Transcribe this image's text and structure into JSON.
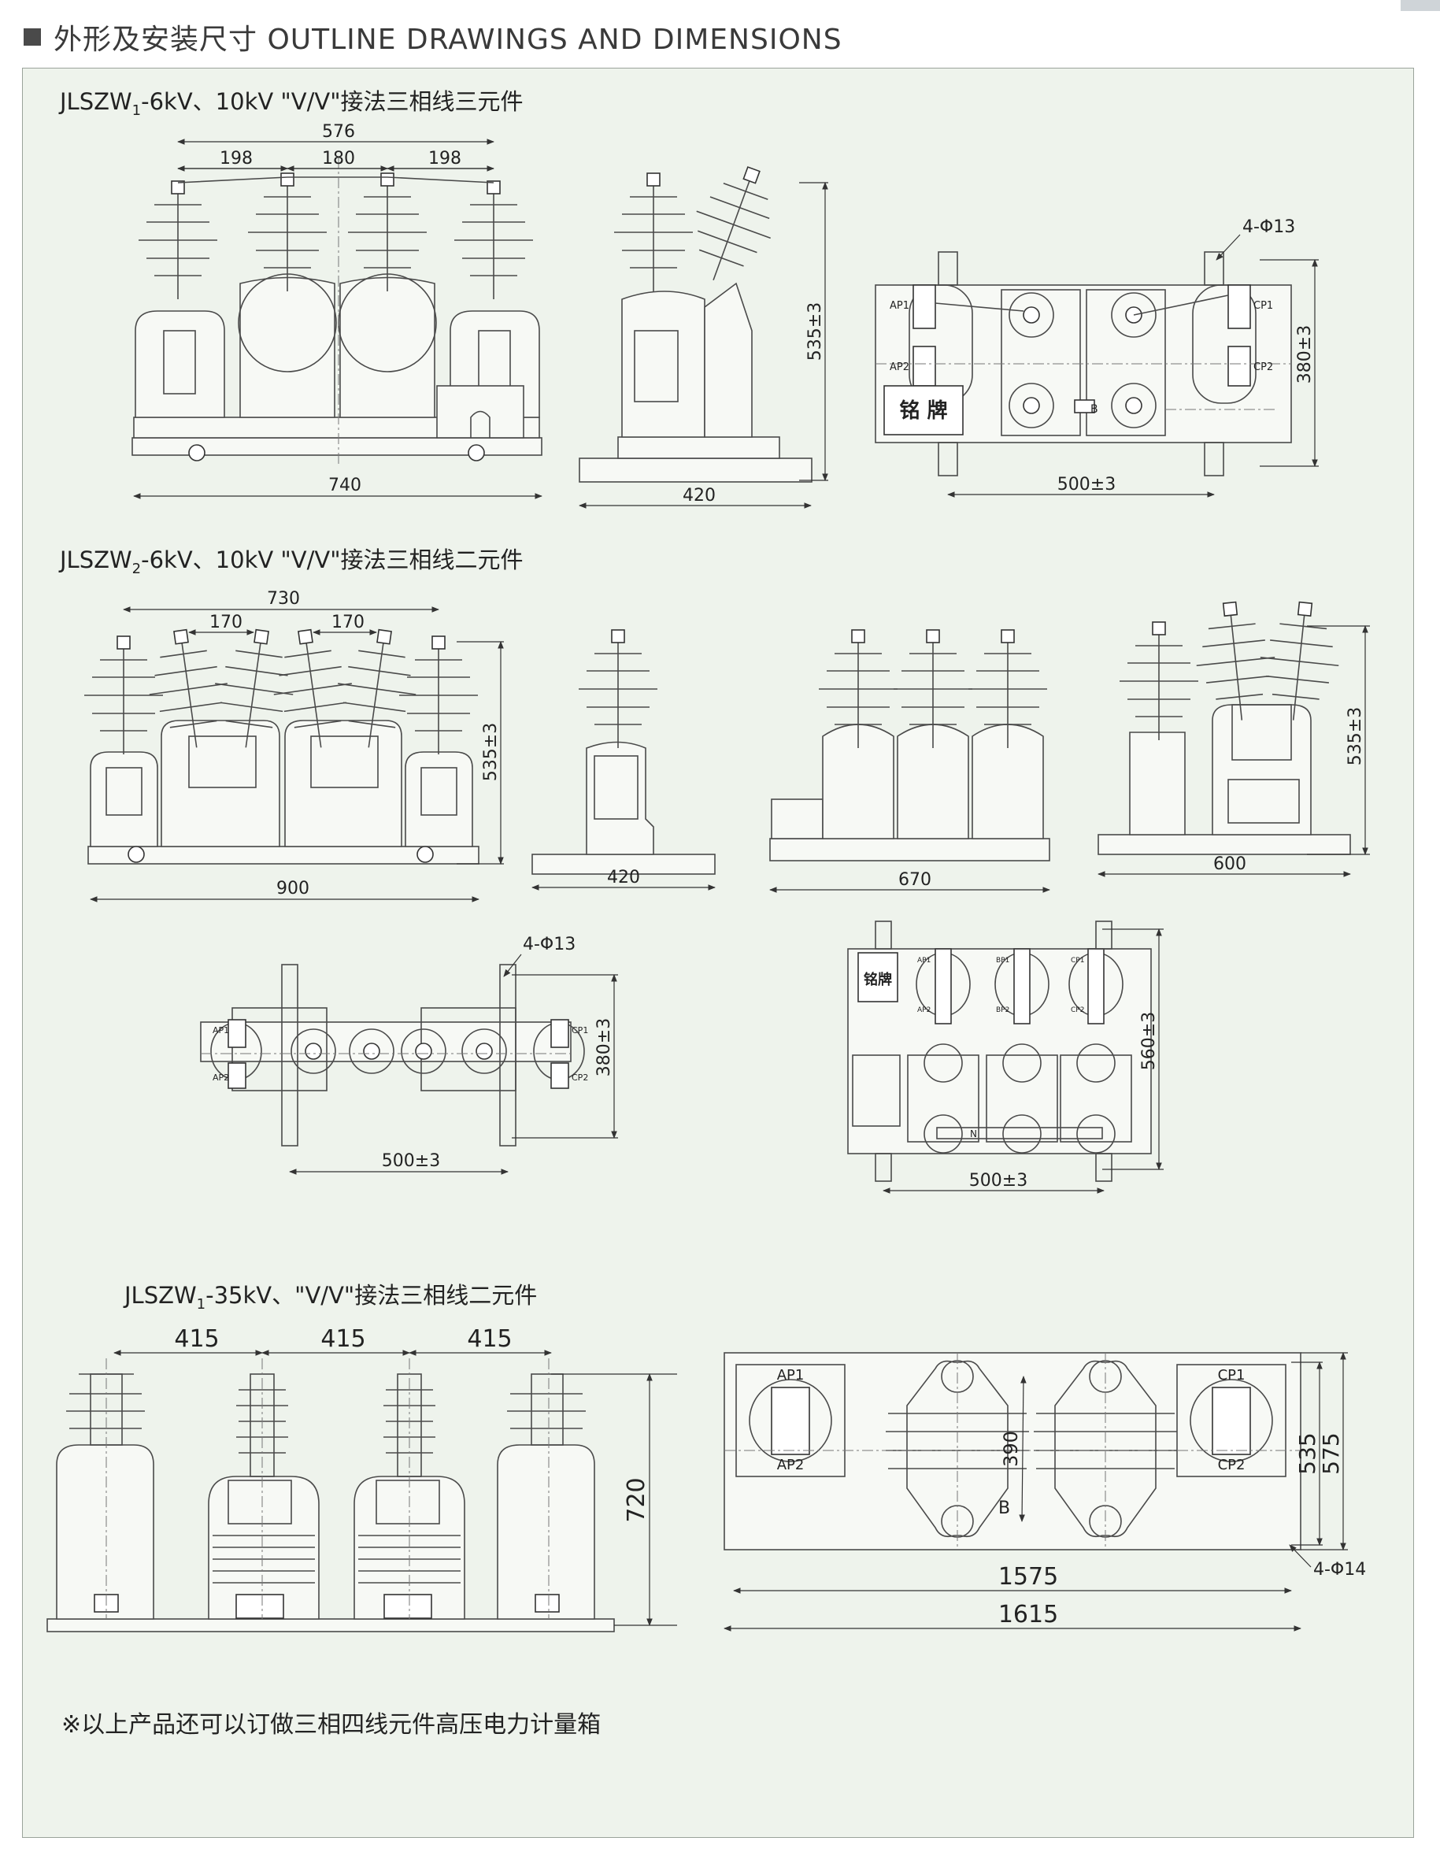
{
  "header": {
    "title": "外形及安装尺寸 OUTLINE DRAWINGS AND DIMENSIONS"
  },
  "sections": [
    {
      "title_main": "JLSZW",
      "title_sub": "1",
      "title_rest": "-6kV、10kV \"V/V\"接法三相线三元件"
    },
    {
      "title_main": "JLSZW",
      "title_sub": "2",
      "title_rest": "-6kV、10kV \"V/V\"接法三相线二元件"
    },
    {
      "title_main": "JLSZW",
      "title_sub": "1",
      "title_rest": "-35kV、\"V/V\"接法三相线二元件"
    }
  ],
  "dims": {
    "s1_576": "576",
    "s1_198a": "198",
    "s1_180": "180",
    "s1_198b": "198",
    "s1_740": "740",
    "s1_535": "535±3",
    "s1_420": "420",
    "s1_hole": "4-Φ13",
    "s1_380": "380±3",
    "s1_500": "500±3",
    "s2_730": "730",
    "s2_170a": "170",
    "s2_170b": "170",
    "s2_900": "900",
    "s2_535a": "535±3",
    "s2_420": "420",
    "s2_670": "670",
    "s2_600": "600",
    "s2_535b": "535±3",
    "s2_hole": "4-Φ13",
    "s2_380": "380±3",
    "s2_500a": "500±3",
    "s2_560": "560±3",
    "s2_500b": "500±3",
    "s3_415a": "415",
    "s3_415b": "415",
    "s3_415c": "415",
    "s3_720": "720",
    "s3_390": "390",
    "s3_535": "535",
    "s3_575": "575",
    "s3_hole": "4-Φ14",
    "s3_1575": "1575",
    "s3_1615": "1615"
  },
  "labels": {
    "ap1": "AP1",
    "ap2": "AP2",
    "cp1": "CP1",
    "cp2": "CP2",
    "bp1": "BP1",
    "bp2": "BP2",
    "b": "B",
    "n": "N",
    "nameplate": "铭 牌",
    "nameplate2": "铭牌"
  },
  "footnote": "※以上产品还可以订做三相四线元件高压电力计量箱"
}
